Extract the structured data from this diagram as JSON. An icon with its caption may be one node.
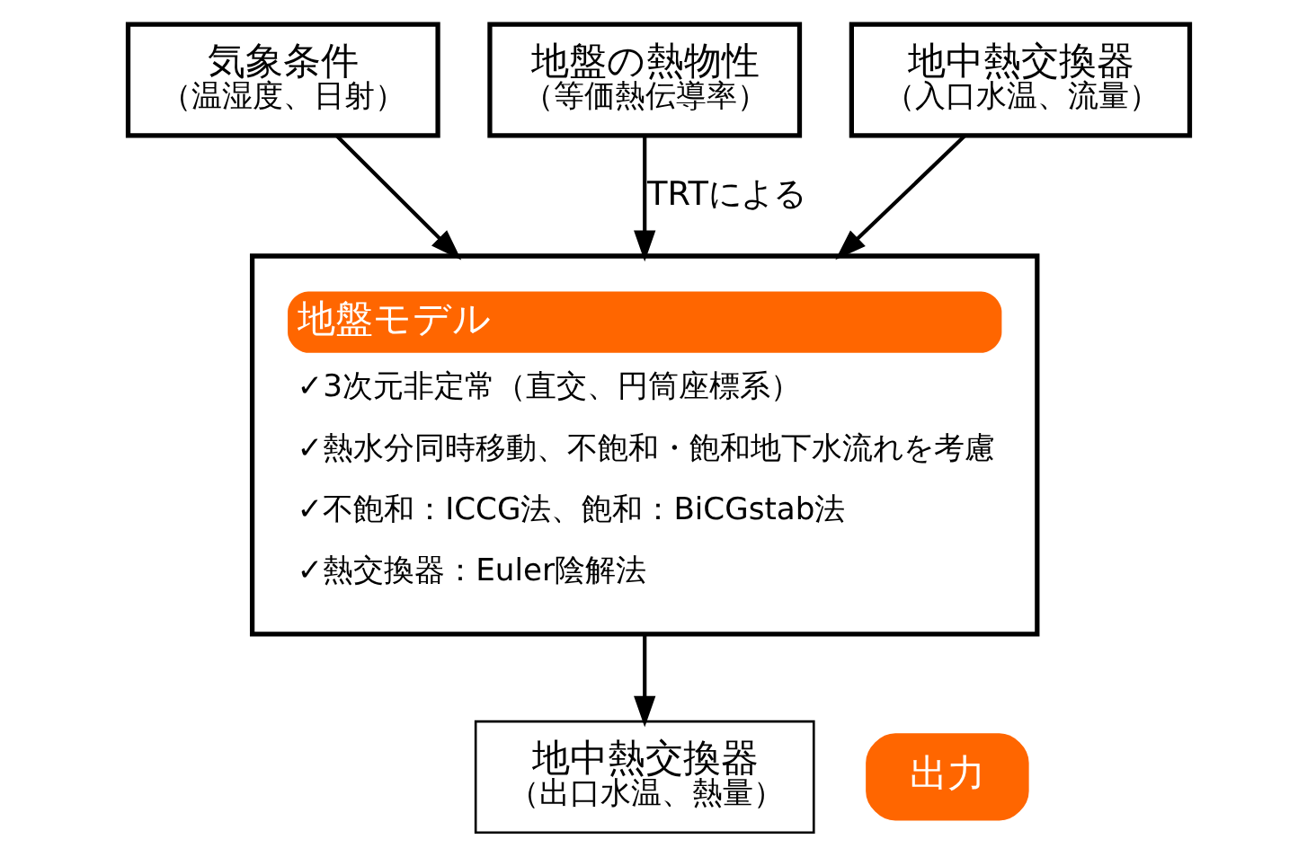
{
  "diagram": {
    "nodes": [
      {
        "text": [
          "気象条件",
          "（温湿度、日射）"
        ]
      },
      {
        "text": [
          "地盤の熱物性",
          "（等価熱伝導率）"
        ]
      },
      {
        "text": [
          "地中熱交換器",
          "（入口水温、流量）"
        ]
      },
      {
        "text": [
          "地盤モデル",
          "✓3次元非定常（直交、円筒座標系）",
          "✓熱水分同時移動、不飽和・飽和地下水流れを考慮",
          "✓不飽和：ICCG法、飽和：BiCGstab法",
          "✓熱交換器：Euler陰解法"
        ]
      },
      {
        "text": [
          "出力"
        ]
      },
      {
        "text": [
          "地中熱交換器",
          "（出口水温、熱量）"
        ]
      }
    ],
    "edges": [
      {
        "from": 0,
        "to": 3,
        "arrow": "to"
      },
      {
        "from": 1,
        "to": 3,
        "arrow": "to",
        "label": "TRTによる"
      },
      {
        "from": 2,
        "to": 3,
        "arrow": "to"
      },
      {
        "from": 3,
        "to": 5,
        "arrow": "to"
      }
    ]
  }
}
